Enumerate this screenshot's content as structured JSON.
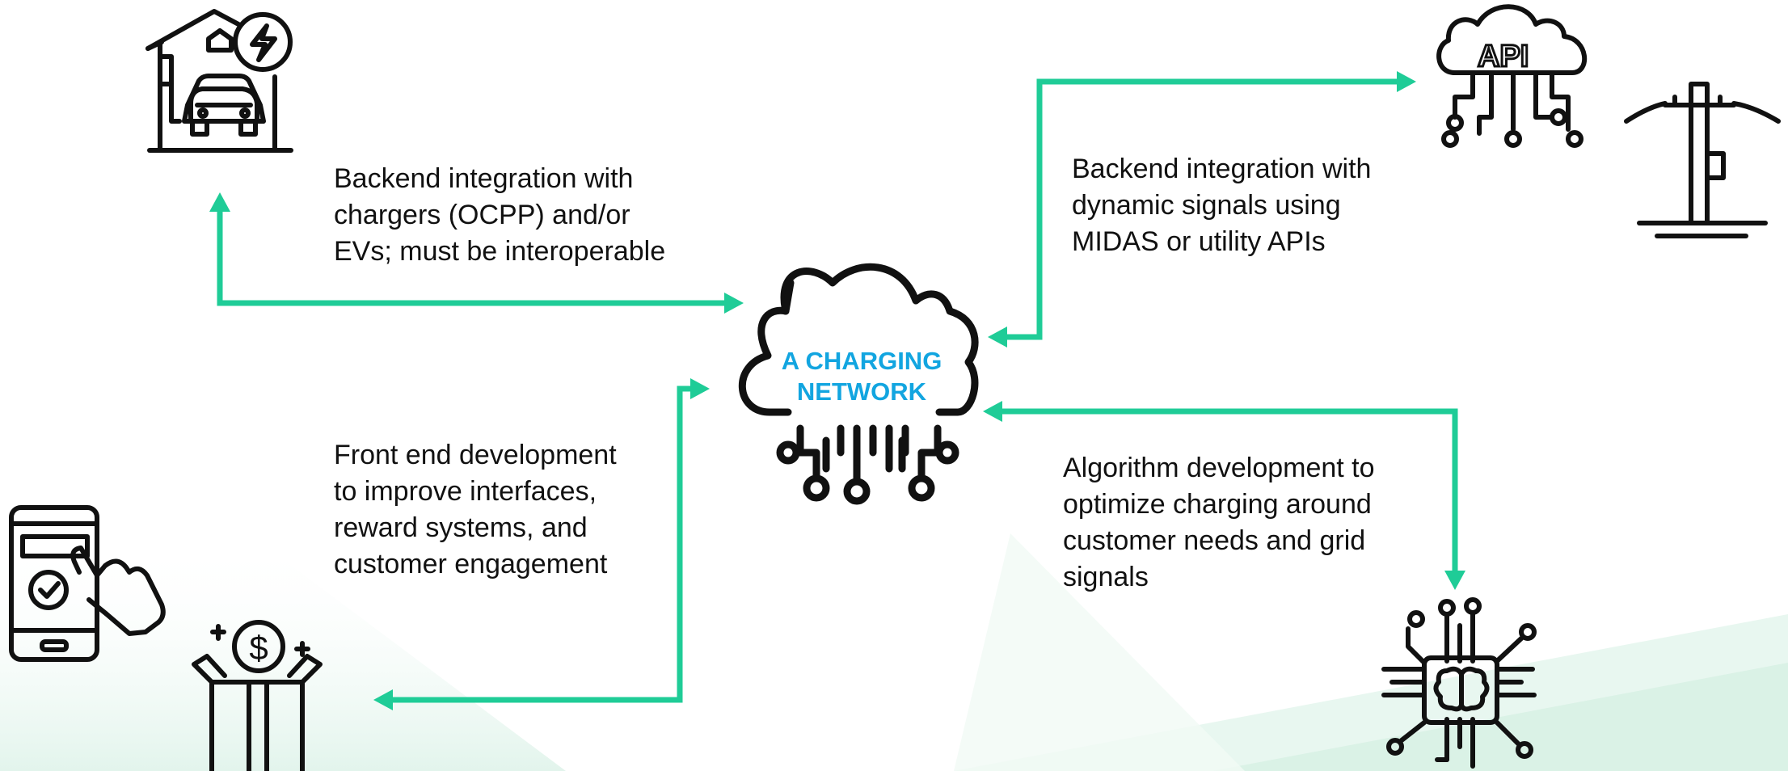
{
  "center": {
    "title_lines": [
      "A CHARGING",
      "NETWORK"
    ],
    "icon": "cloud-network-icon",
    "title_color": "#12a5e0"
  },
  "connector_color": "#1fcc97",
  "labels": {
    "chargers": [
      "Backend integration with",
      "chargers (OCPP) and/or",
      "EVs; must be interoperable"
    ],
    "signals": [
      "Backend integration with",
      "dynamic signals using",
      "MIDAS or utility APIs"
    ],
    "frontend": [
      "Front end development",
      "to improve interfaces,",
      "reward systems, and",
      "customer engagement"
    ],
    "algorithm": [
      "Algorithm development to",
      "optimize charging around",
      "customer needs and grid",
      "signals"
    ]
  },
  "api_icon": {
    "text": "API"
  },
  "icons": [
    "home-ev-charger-icon",
    "api-cloud-icon",
    "power-pole-icon",
    "smartphone-tap-icon",
    "reward-box-icon",
    "ai-chip-icon"
  ]
}
